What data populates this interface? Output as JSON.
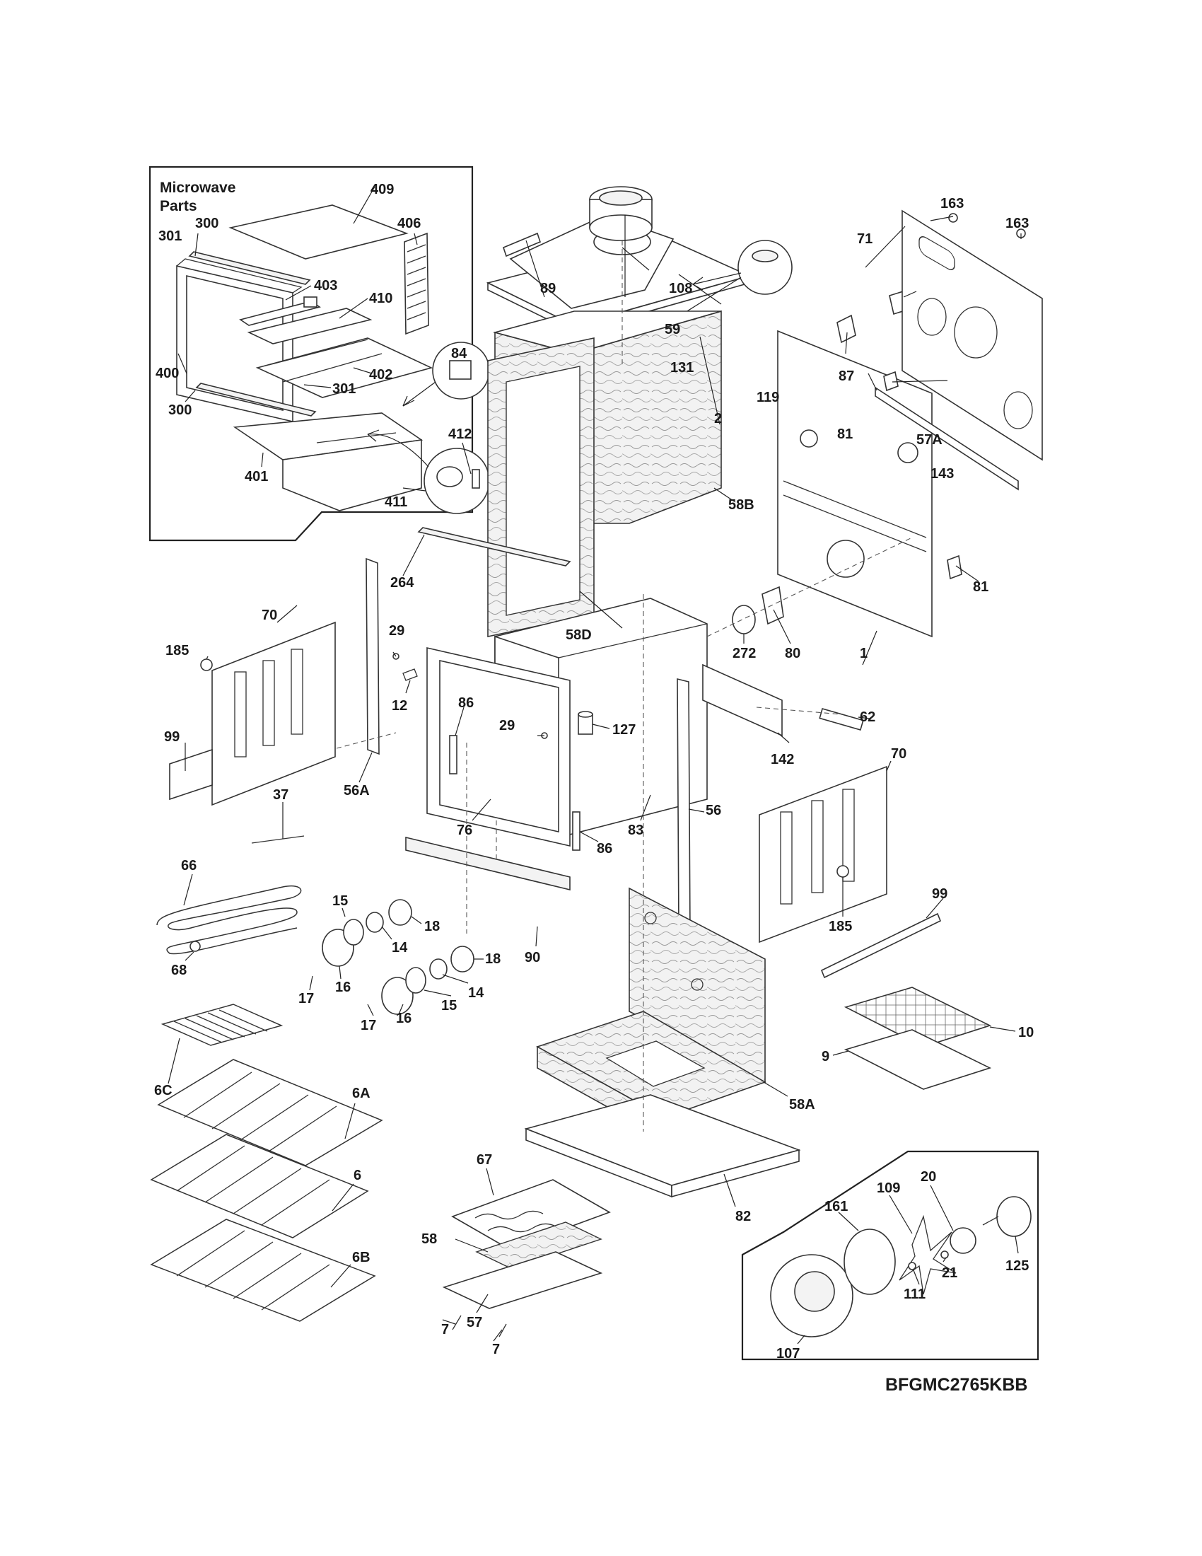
{
  "diagram": {
    "inset_title_line1": "Microwave",
    "inset_title_line2": "Parts",
    "model": "BFGMC2765KBB",
    "callouts": [
      {
        "id": "c409",
        "text": "409"
      },
      {
        "id": "c300a",
        "text": "300"
      },
      {
        "id": "c301a",
        "text": "301"
      },
      {
        "id": "c406",
        "text": "406"
      },
      {
        "id": "c403",
        "text": "403"
      },
      {
        "id": "c410",
        "text": "410"
      },
      {
        "id": "c84",
        "text": "84"
      },
      {
        "id": "c402",
        "text": "402"
      },
      {
        "id": "c400",
        "text": "400"
      },
      {
        "id": "c301b",
        "text": "301"
      },
      {
        "id": "c300b",
        "text": "300"
      },
      {
        "id": "c412",
        "text": "412"
      },
      {
        "id": "c401",
        "text": "401"
      },
      {
        "id": "c411",
        "text": "411"
      },
      {
        "id": "c89",
        "text": "89"
      },
      {
        "id": "c108",
        "text": "108"
      },
      {
        "id": "c59",
        "text": "59"
      },
      {
        "id": "c131",
        "text": "131"
      },
      {
        "id": "c119",
        "text": "119"
      },
      {
        "id": "c2",
        "text": "2"
      },
      {
        "id": "c163a",
        "text": "163"
      },
      {
        "id": "c163b",
        "text": "163"
      },
      {
        "id": "c71",
        "text": "71"
      },
      {
        "id": "c87",
        "text": "87"
      },
      {
        "id": "c81a",
        "text": "81"
      },
      {
        "id": "c57A",
        "text": "57A"
      },
      {
        "id": "c143",
        "text": "143"
      },
      {
        "id": "c58B",
        "text": "58B"
      },
      {
        "id": "c81b",
        "text": "81"
      },
      {
        "id": "c264",
        "text": "264"
      },
      {
        "id": "c58D",
        "text": "58D"
      },
      {
        "id": "c272",
        "text": "272"
      },
      {
        "id": "c80",
        "text": "80"
      },
      {
        "id": "c1",
        "text": "1"
      },
      {
        "id": "c70a",
        "text": "70"
      },
      {
        "id": "c185a",
        "text": "185"
      },
      {
        "id": "c29a",
        "text": "29"
      },
      {
        "id": "c12",
        "text": "12"
      },
      {
        "id": "c86a",
        "text": "86"
      },
      {
        "id": "c29b",
        "text": "29"
      },
      {
        "id": "c127",
        "text": "127"
      },
      {
        "id": "c62",
        "text": "62"
      },
      {
        "id": "c142",
        "text": "142"
      },
      {
        "id": "c99a",
        "text": "99"
      },
      {
        "id": "c56A",
        "text": "56A"
      },
      {
        "id": "c37",
        "text": "37"
      },
      {
        "id": "c76",
        "text": "76"
      },
      {
        "id": "c83",
        "text": "83"
      },
      {
        "id": "c56",
        "text": "56"
      },
      {
        "id": "c70b",
        "text": "70"
      },
      {
        "id": "c86b",
        "text": "86"
      },
      {
        "id": "c66",
        "text": "66"
      },
      {
        "id": "c15a",
        "text": "15"
      },
      {
        "id": "c18a",
        "text": "18"
      },
      {
        "id": "c14a",
        "text": "14"
      },
      {
        "id": "c90",
        "text": "90"
      },
      {
        "id": "c68",
        "text": "68"
      },
      {
        "id": "c16a",
        "text": "16"
      },
      {
        "id": "c18b",
        "text": "18"
      },
      {
        "id": "c14b",
        "text": "14"
      },
      {
        "id": "c17a",
        "text": "17"
      },
      {
        "id": "c15b",
        "text": "15"
      },
      {
        "id": "c16b",
        "text": "16"
      },
      {
        "id": "c17b",
        "text": "17"
      },
      {
        "id": "c99b",
        "text": "99"
      },
      {
        "id": "c185b",
        "text": "185"
      },
      {
        "id": "c10",
        "text": "10"
      },
      {
        "id": "c9",
        "text": "9"
      },
      {
        "id": "c6C",
        "text": "6C"
      },
      {
        "id": "c6A",
        "text": "6A"
      },
      {
        "id": "c58A",
        "text": "58A"
      },
      {
        "id": "c6",
        "text": "6"
      },
      {
        "id": "c67",
        "text": "67"
      },
      {
        "id": "c82",
        "text": "82"
      },
      {
        "id": "c58",
        "text": "58"
      },
      {
        "id": "c6B",
        "text": "6B"
      },
      {
        "id": "c57",
        "text": "57"
      },
      {
        "id": "c7a",
        "text": "7"
      },
      {
        "id": "c7b",
        "text": "7"
      },
      {
        "id": "c20",
        "text": "20"
      },
      {
        "id": "c109",
        "text": "109"
      },
      {
        "id": "c161",
        "text": "161"
      },
      {
        "id": "c21",
        "text": "21"
      },
      {
        "id": "c125",
        "text": "125"
      },
      {
        "id": "c111",
        "text": "111"
      },
      {
        "id": "c107",
        "text": "107"
      }
    ]
  }
}
